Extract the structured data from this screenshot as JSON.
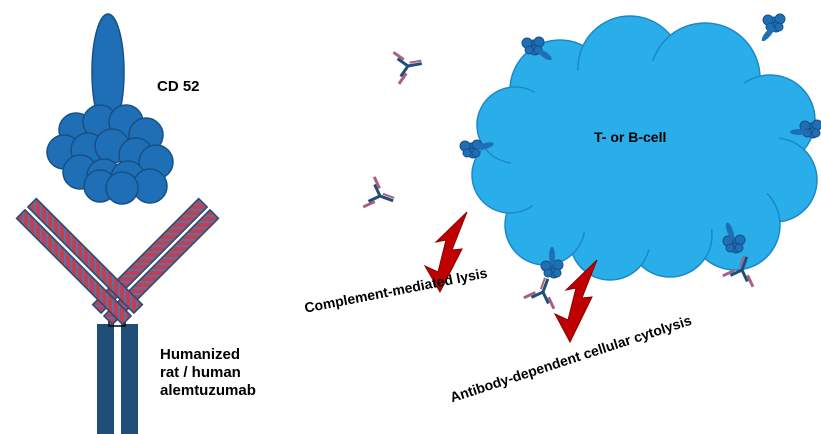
{
  "labels": {
    "cd52": "CD 52",
    "cell": "T- or B-cell",
    "antibody_line1": "Humanized",
    "antibody_line2": "rat / human",
    "antibody_line3": "alemtuzumab",
    "complement": "Complement-mediated lysis",
    "adcc": "Antibody-dependent cellular cytolysis"
  },
  "colors": {
    "cd52_blue": "#1f6fb6",
    "cell_blue": "#29aee9",
    "antibody_navy": "#1f4e79",
    "antibody_red": "#c0404f",
    "bolt_red": "#c00000",
    "small_antibody_mauve": "#a8607f"
  }
}
